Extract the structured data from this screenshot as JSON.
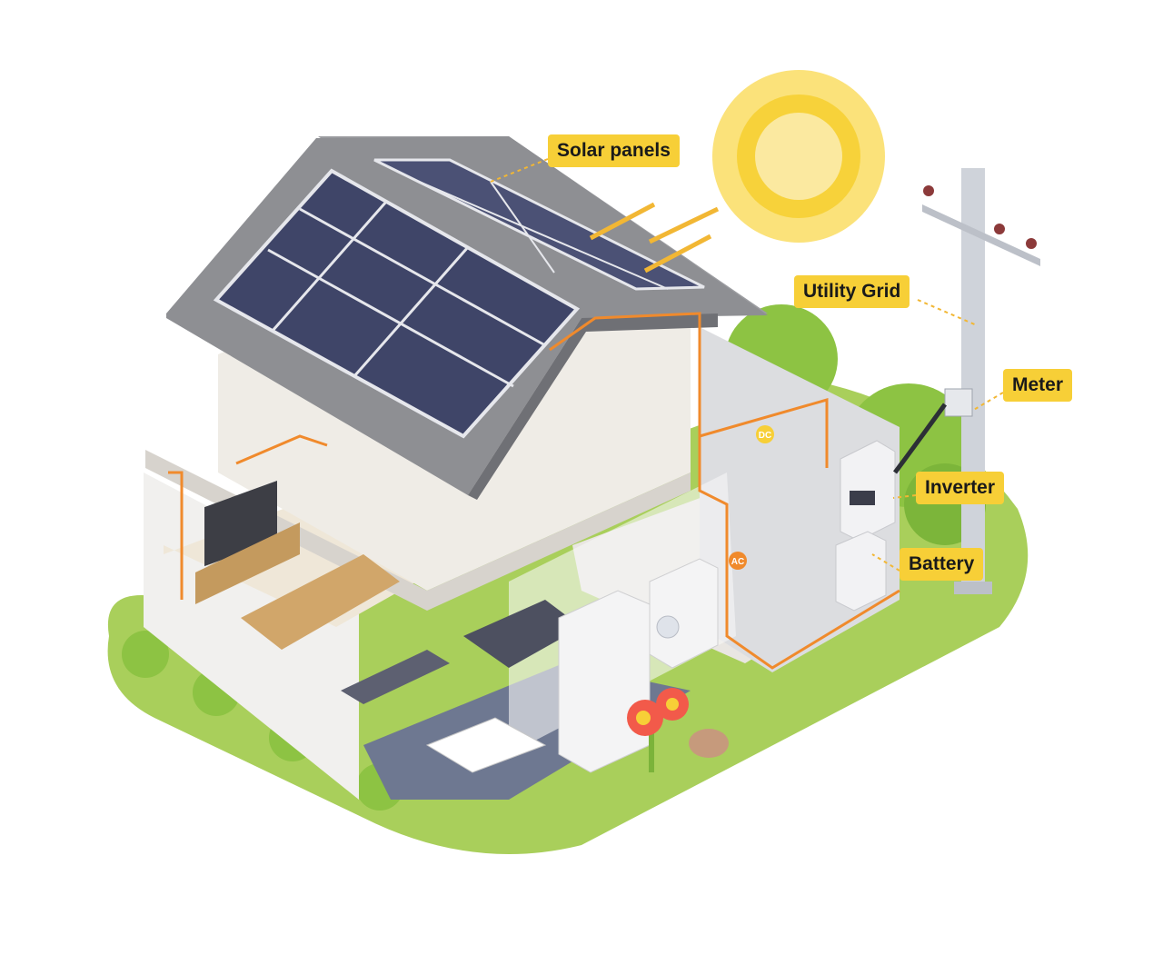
{
  "labels": {
    "solar_panels": "Solar panels",
    "utility_grid": "Utility Grid",
    "meter": "Meter",
    "inverter": "Inverter",
    "battery": "Battery",
    "dc": "DC",
    "ac": "AC"
  },
  "colors": {
    "callout": "#f7cf37",
    "wire": "#f08a2c",
    "grass": "#a9cf5b",
    "roof": "#8e8f93",
    "panel": "#3f4568",
    "sun": "#f7d23a"
  }
}
